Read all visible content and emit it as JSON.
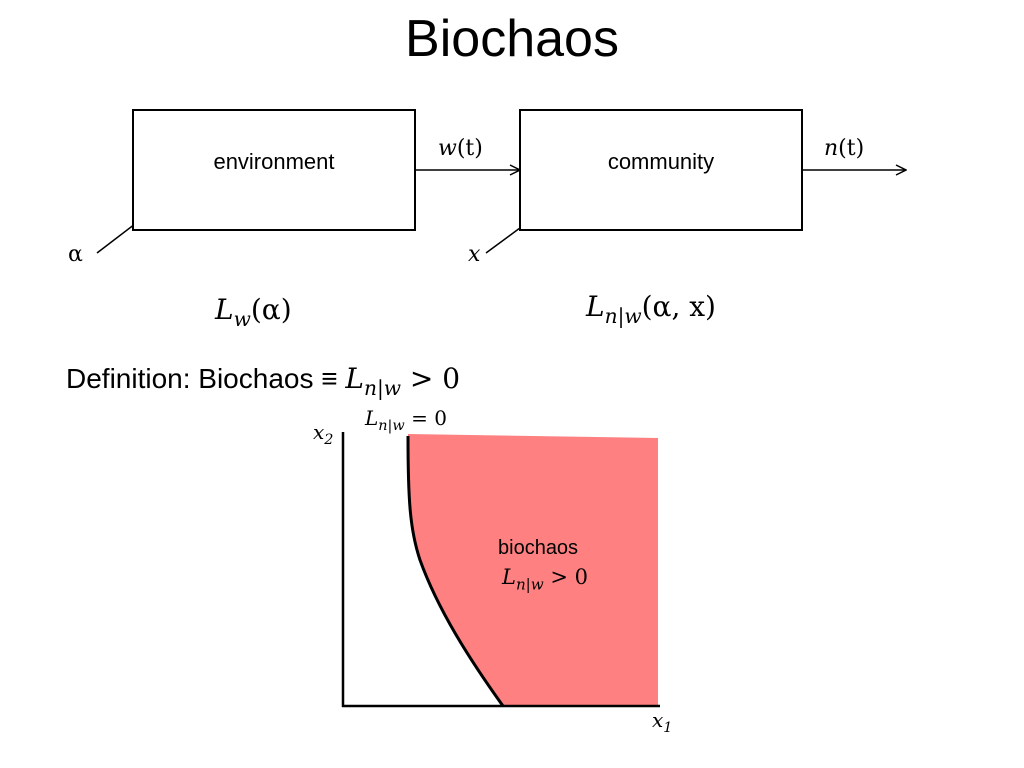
{
  "slide": {
    "title": "Biochaos"
  },
  "diagram": {
    "environment_box": {
      "label": "environment"
    },
    "community_box": {
      "label": "community"
    },
    "signal_w": {
      "base": "w",
      "arg": "(t)"
    },
    "signal_n": {
      "base": "n",
      "arg": "(t)"
    },
    "param_alpha": "α",
    "param_x": "x",
    "lyapunov_env": {
      "base": "L",
      "sub": "w",
      "arg": "(α)"
    },
    "lyapunov_comm": {
      "base": "L",
      "sub": "n|w",
      "arg": "(α, x)"
    }
  },
  "definition": {
    "prefix": "Definition: Biochaos ≡ ",
    "base": "L",
    "sub": "n|w",
    "relation": " > 0"
  },
  "phase_plot": {
    "x_axis_label": {
      "base": "x",
      "sub": "1"
    },
    "y_axis_label": {
      "base": "x",
      "sub": "2"
    },
    "boundary_label": {
      "base": "L",
      "sub": "n|w",
      "relation": " = 0"
    },
    "region_label": "biochaos",
    "region_condition": {
      "base": "L",
      "sub": "n|w",
      "relation": " > 0"
    },
    "region_color": "#ff8080"
  }
}
